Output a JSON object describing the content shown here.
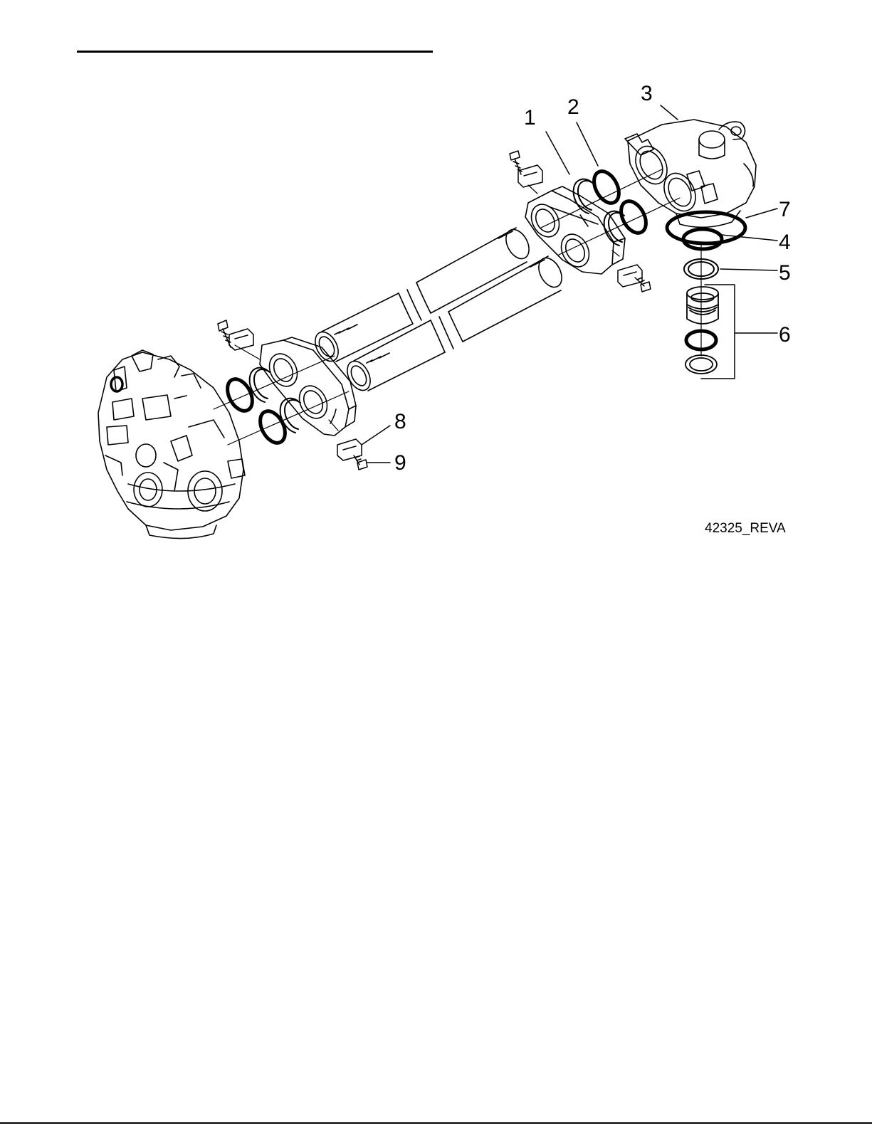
{
  "diagram": {
    "callouts": {
      "c1": "1",
      "c2": "2",
      "c3": "3",
      "c4": "4",
      "c5": "5",
      "c6": "6",
      "c7": "7",
      "c8": "8",
      "c9": "9"
    },
    "drawing_id": "42325_REVA"
  }
}
